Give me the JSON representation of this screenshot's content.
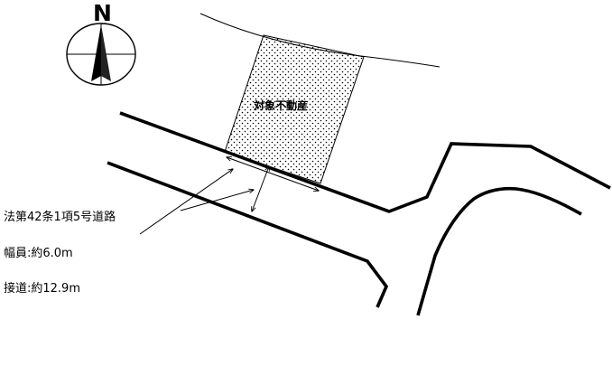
{
  "compass": {
    "north_label": "N",
    "icon": "north-arrow-icon"
  },
  "property": {
    "label": "対象不動産",
    "fill_pattern": "dotted"
  },
  "road_info": {
    "road_type": "法第42条1項5号道路",
    "width": "幅員:約6.0m",
    "frontage": "接道:約12.9m"
  },
  "colors": {
    "line": "#000000",
    "background": "#ffffff"
  }
}
